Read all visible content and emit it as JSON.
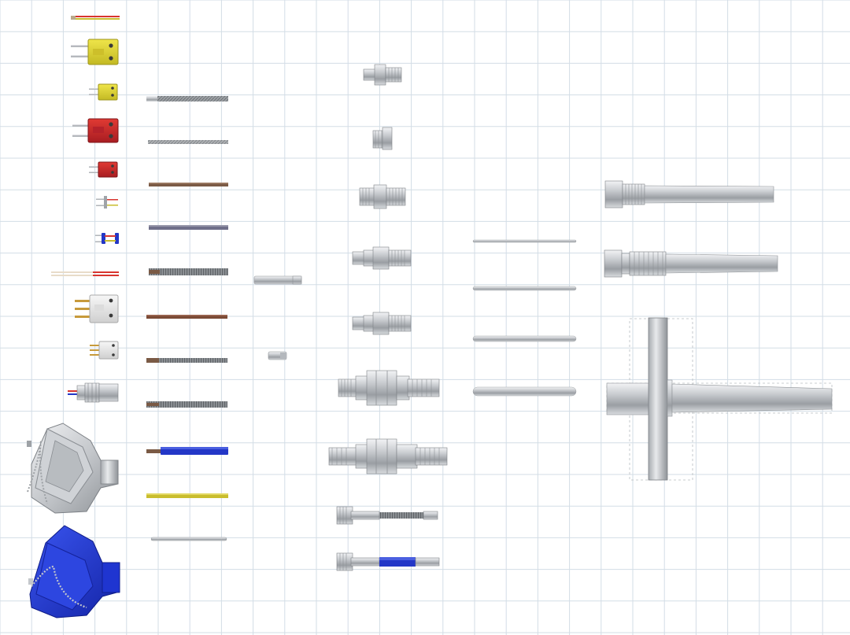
{
  "grid": {
    "line_color": "#d3dde6",
    "background": "#ffffff"
  },
  "colors": {
    "steel_light": "#e4e6e9",
    "steel_mid": "#b4b8bd",
    "steel_dark": "#7d8186",
    "connector_yellow": "#d9cf2a",
    "connector_red": "#c8262a",
    "connector_white": "#ececec",
    "head_blue": "#1f35d0",
    "wire_blue": "#2337c7",
    "wire_yellow": "#c9bd2e",
    "wire_brown": "#7a5a45",
    "wire_red": "#d8352f",
    "sheath_grey": "#8e9296"
  },
  "parts": {
    "wires": [
      "lead-wire-pair",
      "mini-wire-pair"
    ],
    "connectors": [
      "standard-yellow-connector",
      "mini-yellow-connector",
      "standard-red-connector",
      "mini-red-connector",
      "spade-lug-leads",
      "pin-lug-leads",
      "standard-white-connector",
      "mini-white-connector",
      "panel-jack-fitting"
    ],
    "heads": [
      "aluminum-connection-head",
      "blue-connection-head"
    ],
    "cables": [
      "braided-sheath-cable-1",
      "braided-sheath-cable-2",
      "fiberglass-cable-1",
      "fiberglass-cable-2",
      "armored-cable",
      "fiberglass-cable-3",
      "armored-cable-2",
      "braided-cable-3",
      "blue-jacket-cable",
      "yellow-jacket-cable",
      "probe-sheath"
    ],
    "probe_tips": [
      "probe-tip-long",
      "probe-tip-short"
    ],
    "fittings": [
      "hex-fitting-1",
      "bushing-fitting",
      "hex-nipple-fitting",
      "compression-fitting-1",
      "compression-fitting-2",
      "union-fitting-1",
      "union-fitting-2",
      "spring-loaded-fitting",
      "spring-loaded-blue-fitting"
    ],
    "rods": [
      "probe-rod-1",
      "probe-rod-2",
      "probe-rod-3",
      "probe-rod-4"
    ],
    "thermowells": [
      "threaded-thermowell-1",
      "threaded-thermowell-2",
      "flanged-thermowell"
    ]
  }
}
